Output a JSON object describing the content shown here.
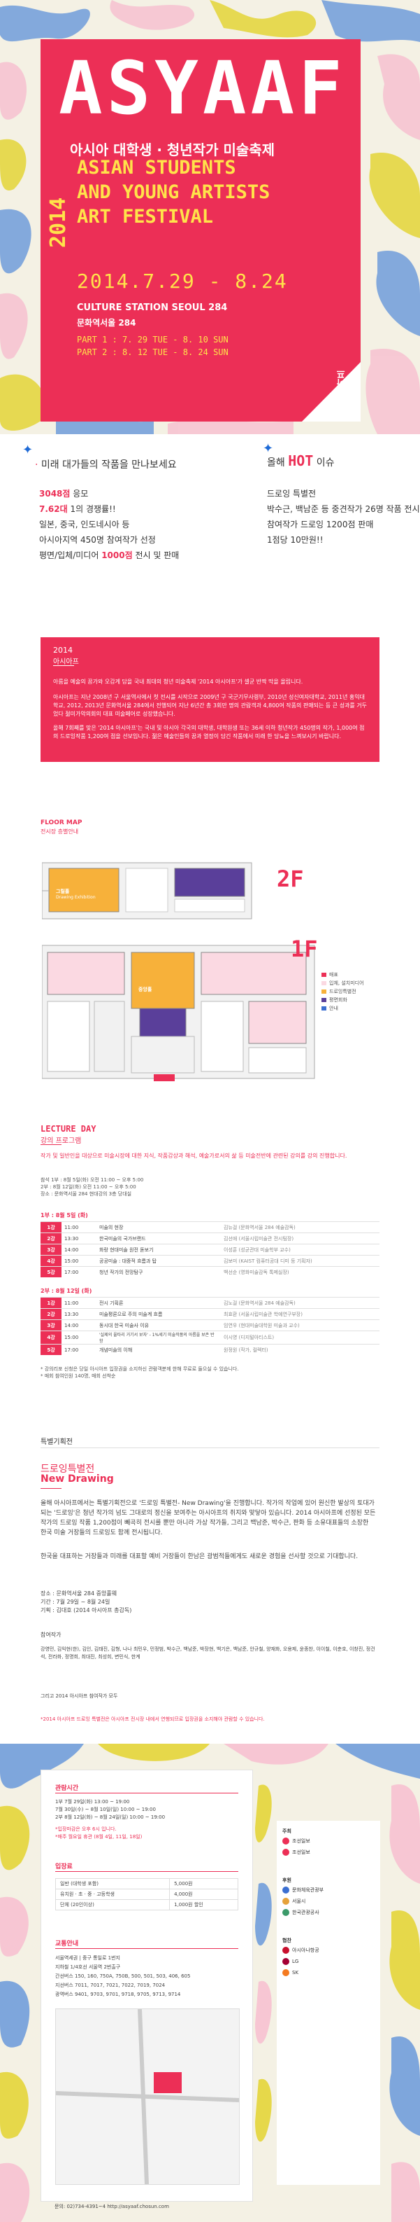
{
  "hero": {
    "logo": "ASYAAF",
    "subtitle": "아시아 대학생 · 청년작가 미술축제",
    "year": "2014",
    "eng_lines": [
      "ASIAN STUDENTS",
      "AND YOUNG ARTISTS",
      "ART FESTIVAL"
    ],
    "dates": "2014.7.29 - 8.24",
    "venue_en": "CULTURE STATION SEOUL 284",
    "venue_kr": "문화역서울 284",
    "part1": "PART 1 : 7. 29 TUE - 8. 10 SUN",
    "part2": "PART 2 : 8. 12 TUE - 8. 24 SUN",
    "vertical": "아시아프"
  },
  "intro": {
    "left_title": "미래 대가들의 작품을 만나보세요",
    "left_items": [
      {
        "hl": "3048점",
        "text": " 응모"
      },
      {
        "hl": "7.62대",
        "text": " 1의 경쟁률!!"
      },
      {
        "hl": "",
        "text": "일본, 중국, 인도네시아 등"
      },
      {
        "hl": "",
        "text": "아시아지역 450명 참여작가 선정"
      },
      {
        "hl": "",
        "text": "평면/입체/미디어 ",
        "hl2": "1000점",
        "text2": " 전시 및 판매"
      }
    ],
    "right_title_pre": "올해",
    "right_title_hot": "HOT",
    "right_title_post": "이슈",
    "right_items": [
      "드로잉 특별전",
      "박수근, 백남준 등 중견작가 26명 작품 전시",
      "참여작가 드로잉 1200점 판매",
      "1점당 10만원!!"
    ]
  },
  "about": {
    "year": "2014",
    "title": "아시아프",
    "p1": "아름을 예술의 꿈가와 오감게 담을 국내 최대의 청년 미술축제 '2014 아시아프'가 셀균 반짝 막을 올립니다.",
    "p2": "아시아프는 지난 2008년 구 서울역사에서 첫 전시를 시작으로 2009년 구 국군기무사령부, 2010년 성신여자대학교, 2011년 홍익대학교, 2012, 2013년 문화역서울 284에서 전행되어 지난 6년간 총 3회만 명의 관람객과 4,800여 작품의 판매되는 등 큰 성과를 거두었다 젊미가악의회의 대표 미술페어로 성장했습니다.",
    "p3": "올해 7회째를 맞은 '2014 아시아프'는 국내 및 아시아 각국의 대학생, 대학원생 또는 36세 이하 청년작가 450명의 작가, 1,000여 점의 드로잉작품 1,200여 점을 선보입니다. 젊은 예술인들의 꿈과 열정이 담긴 작품에서 미래 한 당뇨을 느껴보시기 바랍니다."
  },
  "floor": {
    "title": "FLOOR MAP",
    "subtitle": "전시장 층별안내",
    "floor2": "2F",
    "floor1": "1F",
    "room_2f_a": "그릴홀",
    "room_2f_b": "Drawing Exhibition",
    "room_1f_center": "중앙홀",
    "legend": [
      "매표",
      "입체, 설치미디어",
      "드로잉특별전",
      "평면회화",
      "안내"
    ]
  },
  "lecture": {
    "title": "LECTURE DAY",
    "subtitle": "강의 프로그램",
    "intro": "작가 및 일반인을 대상으로 미술시장에 대한 지식, 작품감상과 해석, 예술가로서의 삶 등 미술전반에 관련된 강의를 강의 진행합니다.",
    "info": [
      "참석 1부 : 8월 5일(화) 오전 11:00 ~ 오후 5:00",
      "2부 : 8월 12일(화) 오전 11:00 ~ 오후 5:00",
      "장소 : 문화역서울 284 현대강의 3층 당대실"
    ],
    "day1_title": "1부 : 8월 5일 (화)",
    "day1": [
      {
        "n": "1강",
        "time": "11:00",
        "title": "미술의 현장",
        "speaker": "김뉴걸 (문화역서울 284 예술감독)"
      },
      {
        "n": "2강",
        "time": "13:30",
        "title": "한국미술의 국가브랜드",
        "speaker": "김선애 (서울시립미술관 전시팀장)"
      },
      {
        "n": "3강",
        "time": "14:00",
        "title": "화랑 현대미술 원전 돋보기",
        "speaker": "이성훈 (성균관대 미술학부 교수)"
      },
      {
        "n": "4강",
        "time": "15:00",
        "title": "공공미술 : 대중적 흐름과 탑",
        "speaker": "김보미 (KAIST 컴퓨터공대 디미 등 기획자)"
      },
      {
        "n": "5강",
        "time": "17:00",
        "title": "청년 작가의 전망탐구",
        "speaker": "백선순 (영화미술감독 톡메실장)"
      }
    ],
    "day2_title": "2부 : 8월 12일 (화)",
    "day2": [
      {
        "n": "1강",
        "time": "11:00",
        "title": "전시 기획론",
        "speaker": "김노걸 (문화역서울 284 예술감독)"
      },
      {
        "n": "2강",
        "time": "13:30",
        "title": "미술평론으로 주의 미술계 흐름",
        "speaker": "최효환 (서울시립미술관 학예연구부장)"
      },
      {
        "n": "3강",
        "time": "14:00",
        "title": "동시대 한국 미술사 이유",
        "speaker": "임연우 (현대미술대학원 미술과 교수)"
      },
      {
        "n": "4강",
        "time": "15:00",
        "title": "'실제의 울타리 거기서 보자' - 1%세기 미술작품의 아름을 보존 반항",
        "speaker": "이시영 (디지털아티스트)"
      },
      {
        "n": "5강",
        "time": "17:00",
        "title": "개념미술의 이해",
        "speaker": "원정원 (작가, 컬렉터)"
      }
    ],
    "notes": [
      "* 강의리포 신청은 당일 아시아프 입장권을 소지하신 관람객분께 한해 무료로 들으실 수 있습니다.",
      "* 매회 참여인원 140명, 매회 선착순"
    ]
  },
  "special": {
    "head": "특별기획전",
    "title": "드로잉특별전",
    "title_en": "New Drawing",
    "p1": "올해 아시아프에서는 특별기획전으로 '드로잉 특별전- New Drawing'을 진행합니다. 작가의 작업에 있어 원신한 발상의 토대가 되는 '드로잉'은 청년 작가의 넘도 그대로의 정신을 보여주는 아시아프의 취지와 맞닿아 있습니다. 2014 아시아프에 선정된 모든 작가의 드로잉 작품 1,200점이 빼곡히 전시를 뿐만 아니라 가상 작가들, 그리고 백남준, 박수근, 판화 등 소유대표들의 소장한 한국 미술 거장들의 드로잉도 함께 전시됩니다.",
    "p2": "한국을 대표하는 거장들과 미래를 대표할 예비 거장들이 한남은 광범적들에게도 새로운 경험을 선사할 것으로 기대합니다.",
    "info": [
      "장소 : 문화역서울 284 중앙홀웨",
      "기간 : 7월 29일 ~ 8월 24일",
      "기획 : 김대호 (2014 아시아프 총감독)"
    ],
    "artists_label": "참여작가",
    "artists": "강영민, 김익현(한), 김인, 김태진, 김형, 나나 최민우, 민정범, 박수근, 백남준, 박장현, 백기은, 백남준, 안규철, 양재화, 오용제, 윤종찬, 이이철, 이춘호, 이창진, 정건석, 전라화, 정명희, 최대진, 최성희, 변민식, 한계",
    "artists_more": "그리고 2014 아시아프 참여작가 모두",
    "note": "*2014 아시아프 드로잉 특별전은 아시아프 전시장 내에서 연행되므로 입장권을 소지해야 관람할 수 있습니다."
  },
  "bottom": {
    "hours_title": "관람시간",
    "hours": [
      "1부 7월 29일(화) 13:00 ~ 19:00",
      "7월 30일(수) ~ 8월 10일(일) 10:00 ~ 19:00",
      "2부 8월 12일(화) ~ 8월 24일(일) 10:00 ~ 19:00"
    ],
    "hours_note": [
      "*입장마감은 오후 6시 입니다.",
      "*매주 월요일 휴관 (8월 4일, 11일, 18일)"
    ],
    "ticket_title": "입장료",
    "tickets": [
      {
        "k": "일반 (대학생 포함)",
        "v": "5,000원"
      },
      {
        "k": "유치원 · 초 · 중 · 고등학생",
        "v": "4,000원"
      },
      {
        "k": "단체 (20인이상)",
        "v": "1,000원 할인"
      }
    ],
    "transit_title": "교통안내",
    "transit": [
      "서울역세권 | 중구 통일로 1번지",
      "지하철 1/4호선 서울역 2번출구",
      "간선버스 150, 160, 750A, 750B, 500, 501, 503, 406, 605",
      "지선버스 7011, 7017, 7021, 7022, 7019, 7024",
      "광역버스 9401, 9703, 9701, 9718, 9705, 9713, 9714"
    ],
    "address": "문의: 02)734-4391~4    http://asyaaf.chosun.com",
    "side_labels": [
      "주최",
      "후원",
      "협찬"
    ],
    "side_logos": [
      "조선일보",
      "조선일보",
      "문화체육관광부",
      "서울시",
      "한국관광공사",
      "아시아나항공",
      "LG",
      "SK"
    ]
  },
  "colors": {
    "brand": "#ec2f56",
    "accent": "#ffe34a",
    "camo_blue": "#7ea6dc"
  }
}
